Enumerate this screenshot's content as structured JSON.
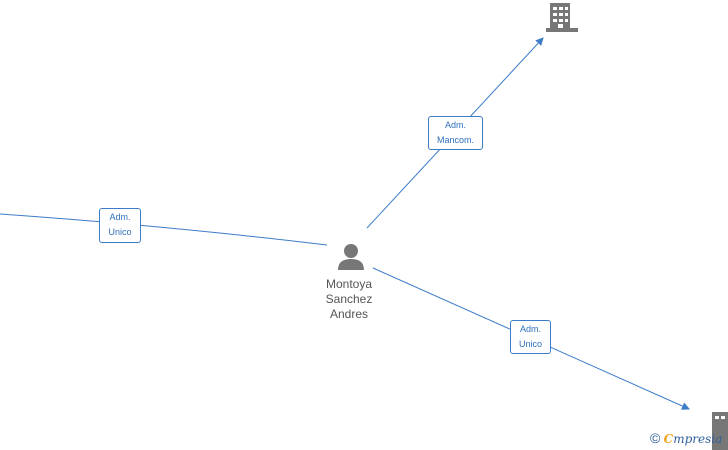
{
  "person": {
    "name_lines": [
      "Montoya",
      "Sanchez",
      "Andres"
    ],
    "icon": "person-icon"
  },
  "nodes": [
    {
      "id": "company-top",
      "icon": "building-icon"
    },
    {
      "id": "company-bottom-right",
      "icon": "building-icon"
    }
  ],
  "edges": [
    {
      "id": "edge-left",
      "label_lines": [
        "Adm.",
        "Unico"
      ]
    },
    {
      "id": "edge-top",
      "label_lines": [
        "Adm.",
        "Mancom."
      ]
    },
    {
      "id": "edge-bottom",
      "label_lines": [
        "Adm.",
        "Unico"
      ]
    }
  ],
  "footer": {
    "copyright_symbol": "©",
    "brand_initial": "C",
    "brand_rest": "mpresia"
  },
  "colors": {
    "edge": "#3d7cc9",
    "node_icon": "#777777",
    "label_text": "#2f6fba",
    "brand_accent": "#f0a21c"
  }
}
